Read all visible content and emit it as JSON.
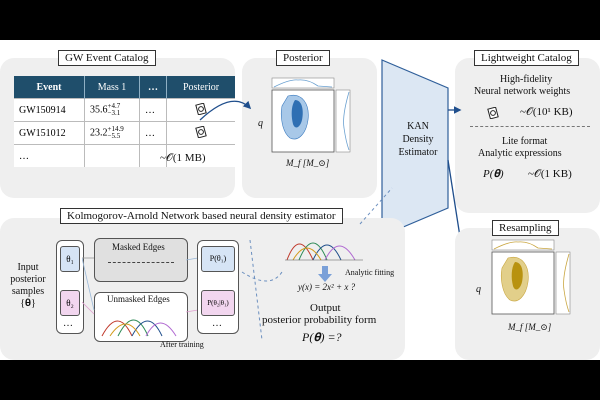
{
  "catalog": {
    "title": "GW Event Catalog",
    "headers": [
      "Event",
      "Mass 1",
      "…",
      "Posterior"
    ],
    "rows": [
      {
        "event": "GW150914",
        "mass_base": "35.6",
        "mass_up": "+4.7",
        "mass_down": "−3.1",
        "dots": "…"
      },
      {
        "event": "GW151012",
        "mass_base": "23.2",
        "mass_up": "+14.9",
        "mass_down": "−5.5",
        "dots": "…"
      },
      {
        "event": "…"
      }
    ],
    "size": "~𝒪(1 MB)"
  },
  "posterior": {
    "title": "Posterior",
    "ylabel": "q",
    "xlabel": "M_f [M_⊙]",
    "colors": {
      "outer": "#a8c8e8",
      "inner": "#2f6fb3",
      "edge": "#3a7abf"
    }
  },
  "kan": {
    "label_line1": "KAN",
    "label_line2": "Density",
    "label_line3": "Estimator",
    "color": "#dce7f3"
  },
  "lightweight": {
    "title": "Lightweight Catalog",
    "hf_line1": "High-fidelity",
    "hf_line2": "Neural network weights",
    "hf_size": "~𝒪(10¹ KB)",
    "lite_line1": "Lite format",
    "lite_line2": "Analytic expressions",
    "lite_p": "P(𝛉)",
    "lite_size": "~𝒪(1 KB)"
  },
  "network": {
    "title": "Kolmogorov-Arnold Network based neural density estimator",
    "input_line1": "Input",
    "input_line2": "posterior",
    "input_line3": "samples",
    "input_line4": "{𝛉}",
    "theta1": "θ₁",
    "theta2": "θ₂",
    "dots": "…",
    "masked": "Masked Edges",
    "unmasked": "Unmasked Edges",
    "p1": "P(θ₁)",
    "p2": "P(θ₂|θ₁)",
    "after_training": "After training",
    "analytic": "Analytic fitting",
    "equation": "y(x) = 2x² + x ?",
    "output_line1": "Output",
    "output_line2": "posterior probability form",
    "output_eq": "P(𝛉) =?"
  },
  "resampling": {
    "title": "Resampling",
    "ylabel": "q",
    "xlabel": "M_f [M_⊙]",
    "colors": {
      "outer": "#e2cf8a",
      "inner": "#b8920f",
      "edge": "#c9a640"
    }
  },
  "colors": {
    "panel": "#efefef",
    "arrow": "#1f4e8c",
    "header": "#1f4e6b",
    "dashed": "#6b8fbf"
  }
}
